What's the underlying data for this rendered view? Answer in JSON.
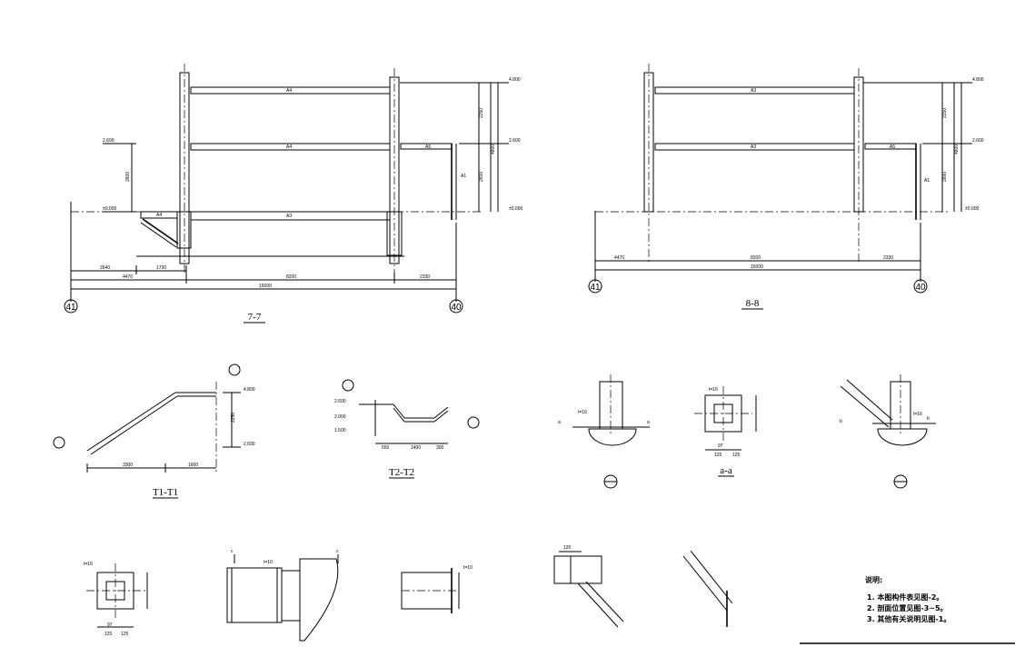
{
  "sections": {
    "s77": {
      "title": "7-7"
    },
    "s88": {
      "title": "8-8"
    },
    "t1": {
      "title": "T1-T1"
    },
    "t2": {
      "title": "T2-T2"
    },
    "aa": {
      "title": "a-a"
    }
  },
  "axes": {
    "left": "41",
    "right": "40"
  },
  "members": {
    "a4": "A4",
    "a3": "A3",
    "a5": "A5",
    "a1": "A1"
  },
  "elevations": {
    "top": "4.800",
    "mid": "2.600",
    "base": "±0.000",
    "e2": "2.000",
    "e15": "1.500"
  },
  "dims": {
    "d2250": "2250",
    "d2600": "2600",
    "d4800": "4800",
    "d4470": "4470",
    "d8200": "8200",
    "d2330": "2330",
    "d15000": "15000",
    "d2640": "2640",
    "d1730": "1730",
    "d3300": "3300",
    "d1600": "1600",
    "d650": "650",
    "d1400": "1400",
    "d300": "300",
    "d125": "125",
    "d97": "97",
    "d120": "120"
  },
  "marks": {
    "a": "a",
    "b": "b",
    "c": "c",
    "t16": "t=16",
    "t10": "t=10"
  },
  "notes": {
    "heading": "说明:",
    "line1": "1. 本图构件表见图-2。",
    "line2": "2. 剖面位置见图-3~5。",
    "line3": "3. 其他有关说明见图-1。"
  }
}
